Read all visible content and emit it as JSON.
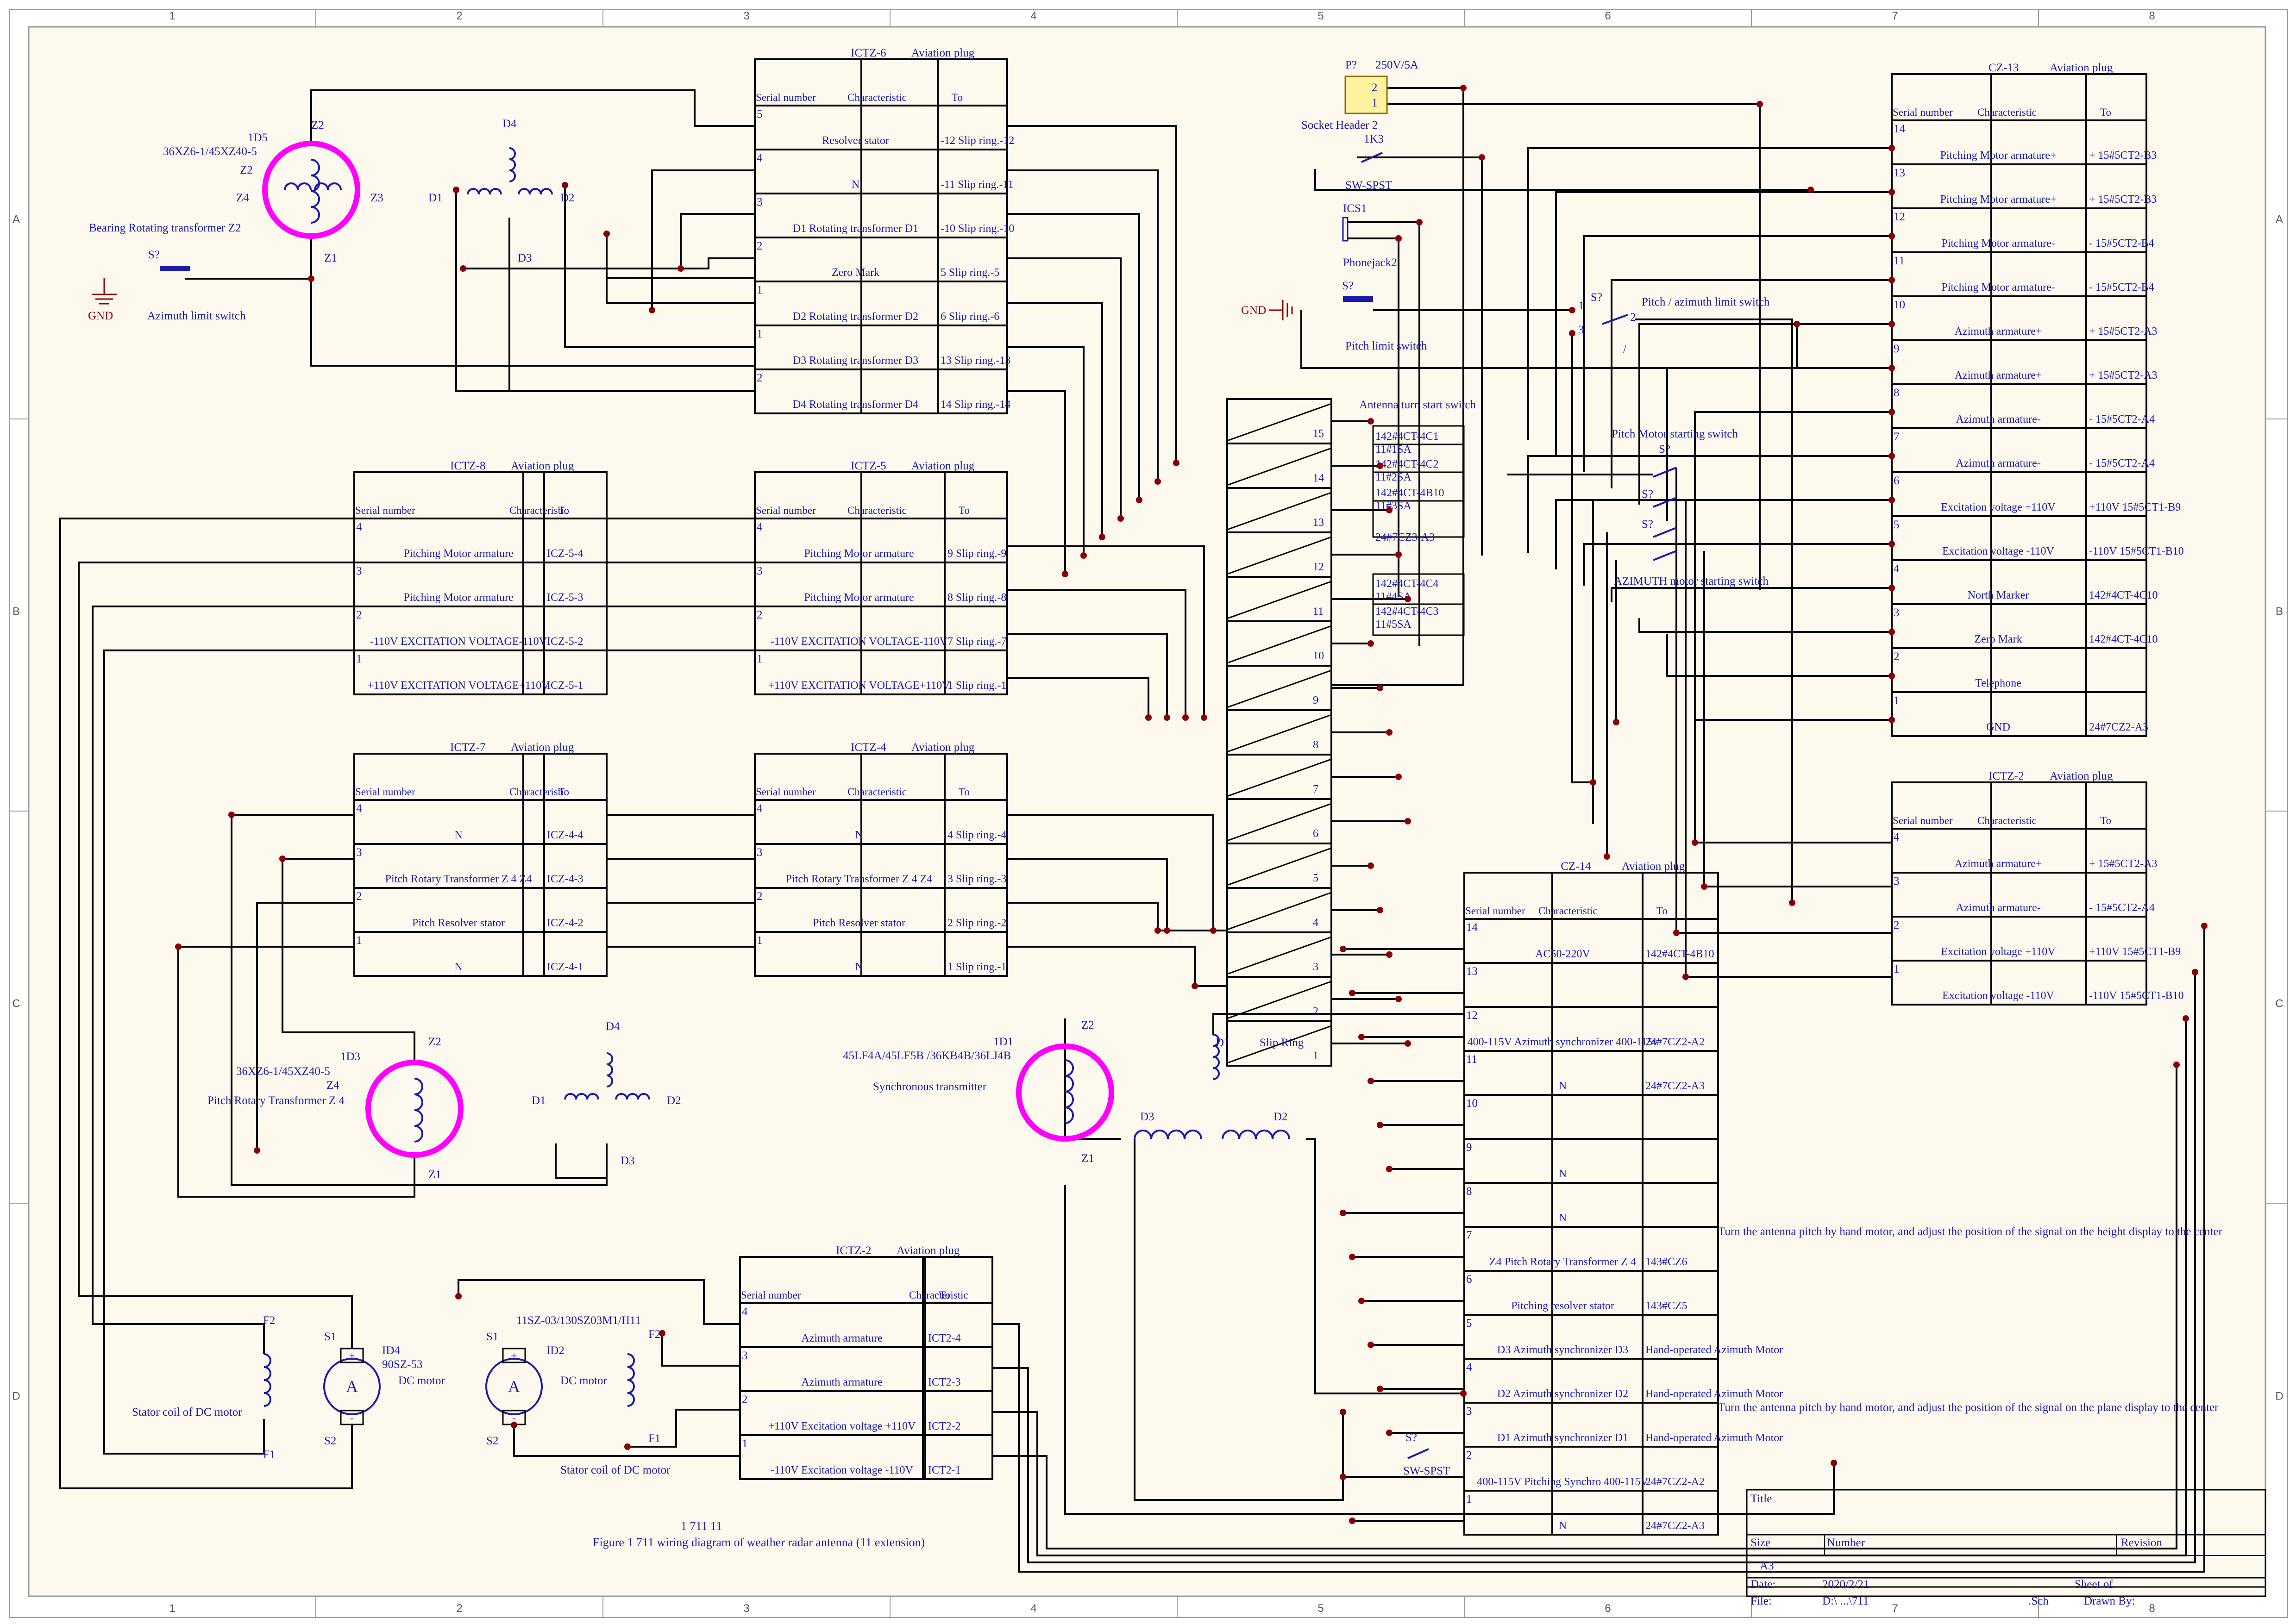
{
  "frame": {
    "cols": [
      "1",
      "2",
      "3",
      "4",
      "5",
      "6",
      "7",
      "8"
    ],
    "rows": [
      "A",
      "B",
      "C",
      "D"
    ]
  },
  "header_labels": {
    "serial": "Serial number",
    "characteristic": "Characteristic",
    "to": "To"
  },
  "blocks": {
    "ictz6": {
      "title": "ICTZ-6",
      "type": "Aviation plug",
      "rows": [
        {
          "n": "5",
          "c": "Resolver stator",
          "to": "-12 Slip ring.-12"
        },
        {
          "n": "4",
          "c": "N",
          "to": "-11 Slip ring.-11"
        },
        {
          "n": "3",
          "c": "D1 Rotating transformer D1",
          "to": "-10 Slip ring.-10"
        },
        {
          "n": "2",
          "c": "Zero Mark",
          "to": "5 Slip ring.-5"
        },
        {
          "n": "1",
          "c": "D2 Rotating transformer D2",
          "to": "6 Slip ring.-6"
        },
        {
          "n": "1",
          "c": "D3 Rotating transformer D3",
          "to": "13 Slip ring.-13"
        },
        {
          "n": "2",
          "c": "D4 Rotating transformer D4",
          "to": "14 Slip ring.-14"
        }
      ]
    },
    "ictz8": {
      "title": "ICTZ-8",
      "type": "Aviation plug",
      "rows": [
        {
          "n": "4",
          "c": "Pitching Motor armature",
          "to": "ICZ-5-4"
        },
        {
          "n": "3",
          "c": "Pitching Motor armature",
          "to": "ICZ-5-3"
        },
        {
          "n": "2",
          "c": "-110V EXCITATION VOLTAGE-110V",
          "to": "ICZ-5-2"
        },
        {
          "n": "1",
          "c": "+110V EXCITATION VOLTAGE+110V",
          "to": "ICZ-5-1"
        }
      ]
    },
    "ictz5": {
      "title": "ICTZ-5",
      "type": "Aviation plug",
      "rows": [
        {
          "n": "4",
          "c": "Pitching Motor armature",
          "to": "9 Slip ring.-9"
        },
        {
          "n": "3",
          "c": "Pitching Motor armature",
          "to": "8 Slip ring.-8"
        },
        {
          "n": "2",
          "c": "-110V EXCITATION VOLTAGE-110V",
          "to": "7 Slip ring.-7"
        },
        {
          "n": "1",
          "c": "+110V EXCITATION VOLTAGE+110V",
          "to": "1 Slip ring.-1"
        }
      ]
    },
    "ictz7": {
      "title": "ICTZ-7",
      "type": "Aviation plug",
      "rows": [
        {
          "n": "4",
          "c": "N",
          "to": "ICZ-4-4"
        },
        {
          "n": "3",
          "c": "Pitch Rotary Transformer Z 4 Z4",
          "to": "ICZ-4-3"
        },
        {
          "n": "2",
          "c": "Pitch Resolver stator",
          "to": "ICZ-4-2"
        },
        {
          "n": "1",
          "c": "N",
          "to": "ICZ-4-1"
        }
      ]
    },
    "ictz4": {
      "title": "ICTZ-4",
      "type": "Aviation plug",
      "rows": [
        {
          "n": "4",
          "c": "N",
          "to": "4 Slip ring.-4"
        },
        {
          "n": "3",
          "c": "Pitch Rotary Transformer Z 4 Z4",
          "to": "3 Slip ring.-3"
        },
        {
          "n": "2",
          "c": "Pitch Resolver stator",
          "to": "2 Slip ring.-2"
        },
        {
          "n": "1",
          "c": "N",
          "to": "1 Slip ring.-1"
        }
      ]
    },
    "ictz2a": {
      "title": "ICTZ-2",
      "type": "Aviation plug",
      "rows": [
        {
          "n": "4",
          "c": "Azimuth armature",
          "to": "ICT2-4"
        },
        {
          "n": "3",
          "c": "Azimuth armature",
          "to": "ICT2-3"
        },
        {
          "n": "2",
          "c": "+110V Excitation voltage +110V",
          "to": "ICT2-2"
        },
        {
          "n": "1",
          "c": "-110V Excitation voltage -110V",
          "to": "ICT2-1"
        }
      ]
    },
    "cz13": {
      "title": "CZ-13",
      "type": "Aviation plug",
      "rows": [
        {
          "n": "14",
          "c": "Pitching Motor armature+",
          "to": "+ 15#5CT2-B3"
        },
        {
          "n": "13",
          "c": "Pitching Motor armature+",
          "to": "+ 15#5CT2-B3"
        },
        {
          "n": "12",
          "c": "Pitching Motor armature-",
          "to": "- 15#5CT2-B4"
        },
        {
          "n": "11",
          "c": "Pitching Motor armature-",
          "to": "- 15#5CT2-B4"
        },
        {
          "n": "10",
          "c": "Azimuth armature+",
          "to": "+ 15#5CT2-A3"
        },
        {
          "n": "9",
          "c": "Azimuth armature+",
          "to": "+ 15#5CT2-A3"
        },
        {
          "n": "8",
          "c": "Azimuth armature-",
          "to": "- 15#5CT2-A4"
        },
        {
          "n": "7",
          "c": "Azimuth armature-",
          "to": "- 15#5CT2-A4"
        },
        {
          "n": "6",
          "c": "Excitation voltage +110V",
          "to": "+110V 15#5CT1-B9"
        },
        {
          "n": "5",
          "c": "Excitation voltage -110V",
          "to": "-110V 15#5CT1-B10"
        },
        {
          "n": "4",
          "c": "North Marker",
          "to": "142#4CT-4C10"
        },
        {
          "n": "3",
          "c": "Zero Mark",
          "to": "142#4CT-4C10"
        },
        {
          "n": "2",
          "c": "Telephone",
          "to": ""
        },
        {
          "n": "1",
          "c": "GND",
          "to": "24#7CZ2-A3"
        }
      ]
    },
    "ictz2b": {
      "title": "ICTZ-2",
      "type": "Aviation plug",
      "rows": [
        {
          "n": "4",
          "c": "Azimuth armature+",
          "to": "+ 15#5CT2-A3"
        },
        {
          "n": "3",
          "c": "Azimuth armature-",
          "to": "- 15#5CT2-A4"
        },
        {
          "n": "2",
          "c": "Excitation voltage +110V",
          "to": "+110V 15#5CT1-B9"
        },
        {
          "n": "1",
          "c": "Excitation voltage -110V",
          "to": "-110V 15#5CT1-B10"
        }
      ]
    },
    "cz14": {
      "title": "CZ-14",
      "type": "Aviation plug",
      "rows": [
        {
          "n": "14",
          "c": "AC50-220V",
          "to": "142#4CT-4B10"
        },
        {
          "n": "13",
          "c": "",
          "to": ""
        },
        {
          "n": "12",
          "c": "400-115V Azimuth synchronizer 400-115v",
          "to": "24#7CZ2-A2"
        },
        {
          "n": "11",
          "c": "N",
          "to": "24#7CZ2-A3"
        },
        {
          "n": "10",
          "c": "",
          "to": ""
        },
        {
          "n": "9",
          "c": "N",
          "to": ""
        },
        {
          "n": "8",
          "c": "N",
          "to": ""
        },
        {
          "n": "7",
          "c": "Z4 Pitch Rotary Transformer Z 4",
          "to": "143#CZ6"
        },
        {
          "n": "6",
          "c": "Pitching resolver stator",
          "to": "143#CZ5"
        },
        {
          "n": "5",
          "c": "D3 Azimuth synchronizer D3",
          "to": "Hand-operated Azimuth Motor"
        },
        {
          "n": "4",
          "c": "D2 Azimuth synchronizer D2",
          "to": "Hand-operated Azimuth Motor"
        },
        {
          "n": "3",
          "c": "D1 Azimuth synchronizer D1",
          "to": "Hand-operated Azimuth Motor"
        },
        {
          "n": "2",
          "c": "400-115V Pitching Synchro 400-115V",
          "to": "24#7CZ2-A2"
        },
        {
          "n": "1",
          "c": "N",
          "to": "24#7CZ2-A3"
        }
      ]
    }
  },
  "slipring": {
    "title": "Antenna turn start switch",
    "numbers": [
      "15",
      "14",
      "13",
      "12",
      "11",
      "10",
      "9",
      "8",
      "7",
      "6",
      "5",
      "4",
      "3",
      "2",
      "1"
    ],
    "labels": [
      "142#4CT-4C1",
      "11#1SA",
      "142#4CT-4C2",
      "11#2SA",
      "142#4CT-4B10",
      "11#3SA",
      "24#7CZ3-A3",
      "142#4CT-4C4",
      "11#4SA",
      "142#4CT-4C3",
      "11#5SA"
    ]
  },
  "components": {
    "bearing_tx": {
      "id": "1D5",
      "model": "36XZ6-1/45XZ40-5",
      "name": "Bearing Rotating transformer Z2",
      "z2": "Z2",
      "z4": "Z4",
      "z3": "Z3",
      "z1": "Z1",
      "z2b": "Z2"
    },
    "pitch_tx": {
      "id": "1D3",
      "model": "36XZ6-1/45XZ40-5",
      "z4": "Z4",
      "name": "Pitch Rotary Transformer Z 4",
      "z2": "Z2",
      "z1": "Z1"
    },
    "sync_tx": {
      "id": "1D1",
      "model": "45LF4A/45LF5B /36KB4B/36LJ4B",
      "name": "Synchronous transmitter",
      "z2": "Z2",
      "z1": "Z1"
    },
    "star1": {
      "d1": "D1",
      "d2": "D2",
      "d3": "D3",
      "d4": "D4"
    },
    "star2": {
      "d1": "D1",
      "d2": "D2",
      "d3": "D3",
      "d4": "D4"
    },
    "slip_ring": {
      "title": "Slip Ring",
      "d1": "D1",
      "d2": "D2",
      "d3": "D3"
    },
    "dc_motor1": {
      "id": "ID4",
      "model": "90SZ-53",
      "name": "DC motor",
      "s1": "S1",
      "s2": "S2",
      "coil": "Stator coil of DC motor",
      "f2": "F2",
      "f1": "F1"
    },
    "dc_motor2": {
      "id": "ID2",
      "model": "11SZ-03/130SZ03M1/H11",
      "name": "DC motor",
      "s1": "S1",
      "s2": "S2",
      "coil": "Stator coil of DC motor",
      "f2": "F2",
      "f1": "F1"
    },
    "meter_symbol": "A"
  },
  "switches": {
    "azimuth_limit": {
      "ref": "S?",
      "name": "Azimuth limit switch",
      "gnd": "GND"
    },
    "pitch_limit": {
      "ref": "S?",
      "name": "Pitch limit switch",
      "gnd": "GND"
    },
    "header": {
      "ref": "P?",
      "rating": "250V/5A",
      "pin2": "2",
      "pin1": "1",
      "name": "Socket Header 2"
    },
    "k3": {
      "ref": "1K3",
      "name": "SW-SPST"
    },
    "phonejack": {
      "ref": "ICS1",
      "name": "Phonejack2"
    },
    "pitch_az": {
      "ref": "S?",
      "name": "Pitch / azimuth limit switch",
      "p1": "1",
      "p2": "2",
      "p3": "3",
      "slash": "/"
    },
    "pitch_motor_start": {
      "name": "Pitch Motor starting switch",
      "ref": "S?"
    },
    "azimuth_motor_start": {
      "name": "AZIMUTH motor starting switch",
      "ref1": "S?",
      "ref2": "S?"
    },
    "sw_spst_bottom": {
      "ref": "S?",
      "name": "SW-SPST"
    }
  },
  "notes": {
    "height": "Turn the antenna pitch by hand motor, and adjust the position of the signal on the height display to the center",
    "plane": "Turn the antenna pitch by hand motor, and adjust the position of the signal on the plane display to the center"
  },
  "caption": {
    "line1": "1    711                         11",
    "line2": "Figure 1    711 wiring diagram of weather radar antenna (11 extension)"
  },
  "titleblock": {
    "title": "Title",
    "size": "Size",
    "number": "Number",
    "revision": "Revision",
    "size_val": "A3",
    "date_label": "Date:",
    "date": "2020/2/21",
    "file_label": "File:",
    "file": "D:\\          ...\\711",
    "sheet": "Sheet     of",
    "drawn": "Drawn By:",
    "sch": ".Sch"
  },
  "colors": {
    "line": "#000000",
    "text": "#1a1aa8",
    "coil_ring": "#ff00ff",
    "junction": "#8b0000",
    "header_fill": "#fff3a0"
  }
}
